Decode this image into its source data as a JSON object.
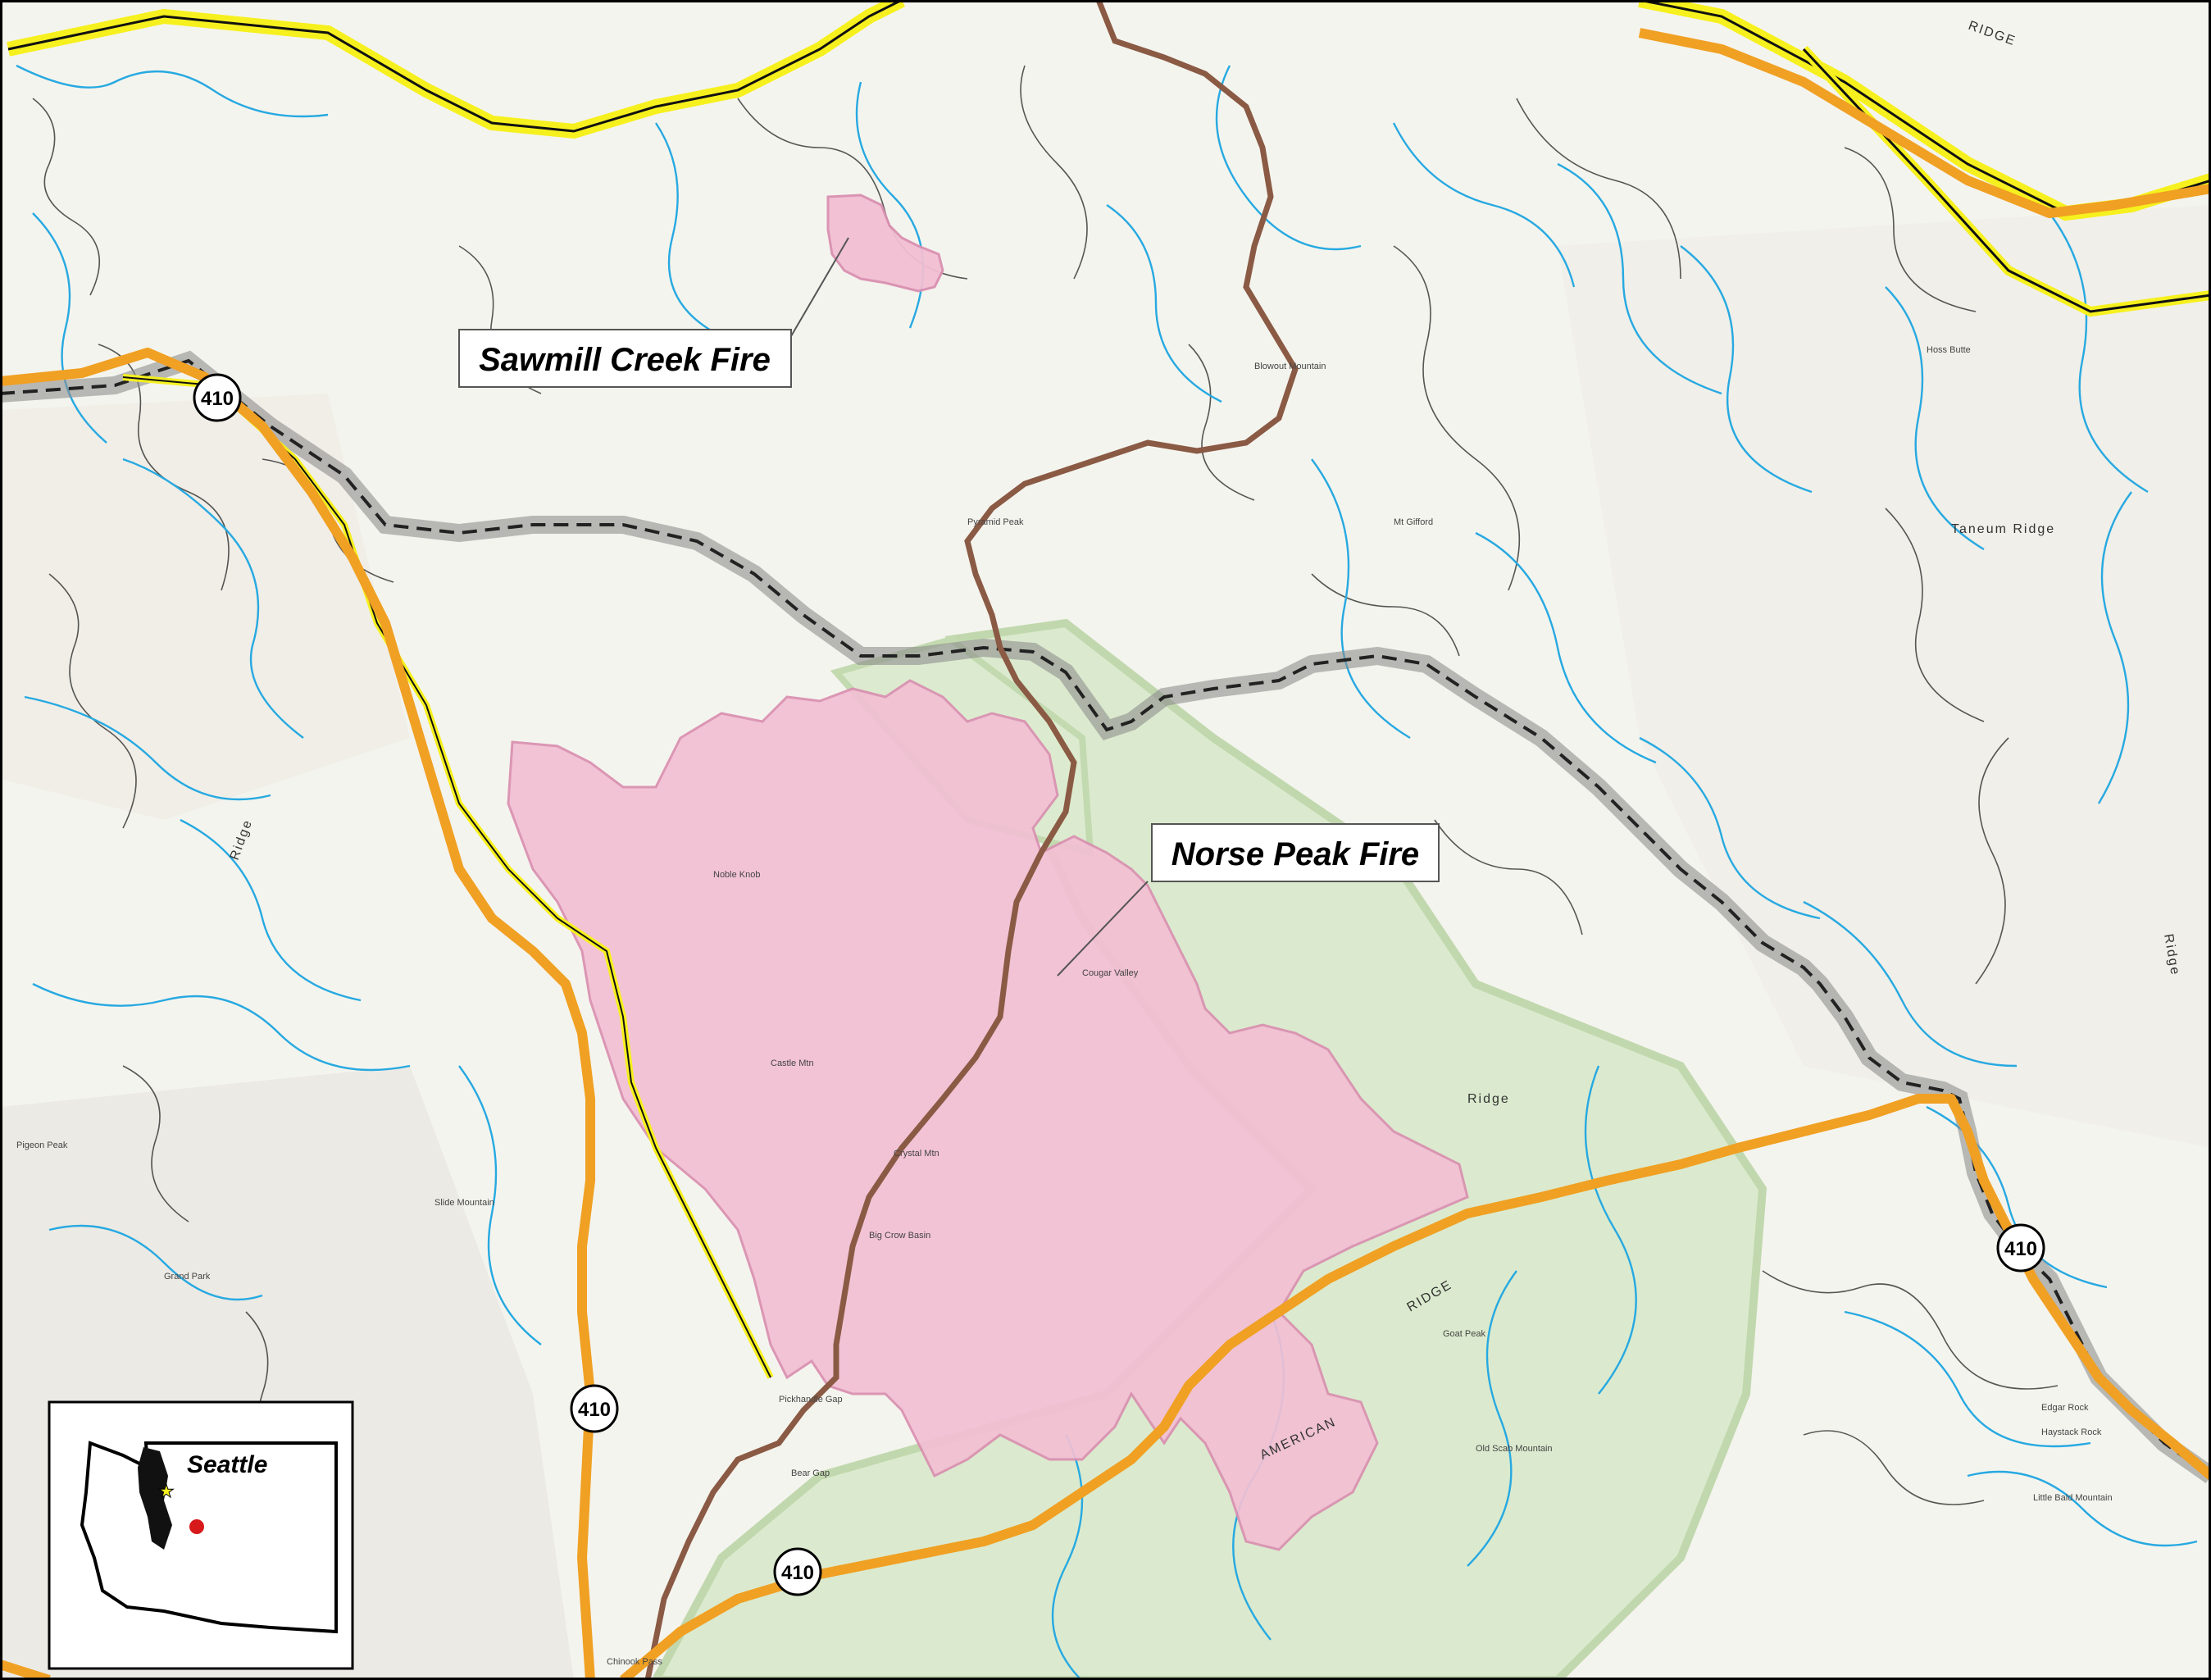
{
  "map": {
    "fires": [
      {
        "name": "Sawmill Creek Fire"
      },
      {
        "name": "Norse Peak Fire"
      }
    ],
    "highway_shields": [
      "410",
      "410",
      "410",
      "410"
    ],
    "inset": {
      "city": "Seattle"
    },
    "place_names": [
      "Noble Knob",
      "Cougar Valley",
      "Castle Mtn",
      "Pickhandle Gap",
      "Crystal Mtn",
      "Goat Peak",
      "Mt Gifford",
      "Old Scab Mountain",
      "Little Bald Mountain",
      "Edgar Rock",
      "Haystack Rock",
      "Slide Mountain",
      "Chinook Pass",
      "Blowout Mountain",
      "Pyramid Peak",
      "Hoss Butte",
      "Pigeon Peak",
      "Grand Park",
      "Bear Gap",
      "Big Crow Basin"
    ],
    "ridge_labels": [
      "Ridge",
      "Ridge",
      "Ridge",
      "AMERICAN",
      "RIDGE",
      "Taneum Ridge",
      "RIDGE"
    ],
    "colors": {
      "fire_fill": "#f2bfd3",
      "fire_edge": "#d98fb0",
      "highway": "#f0a023",
      "wilderness": "#d6e8c8",
      "stream": "#27a9e1",
      "admin_boundary": "#6a6a6a",
      "trail": "#8a5a44",
      "rail": "#f6f01e"
    }
  }
}
